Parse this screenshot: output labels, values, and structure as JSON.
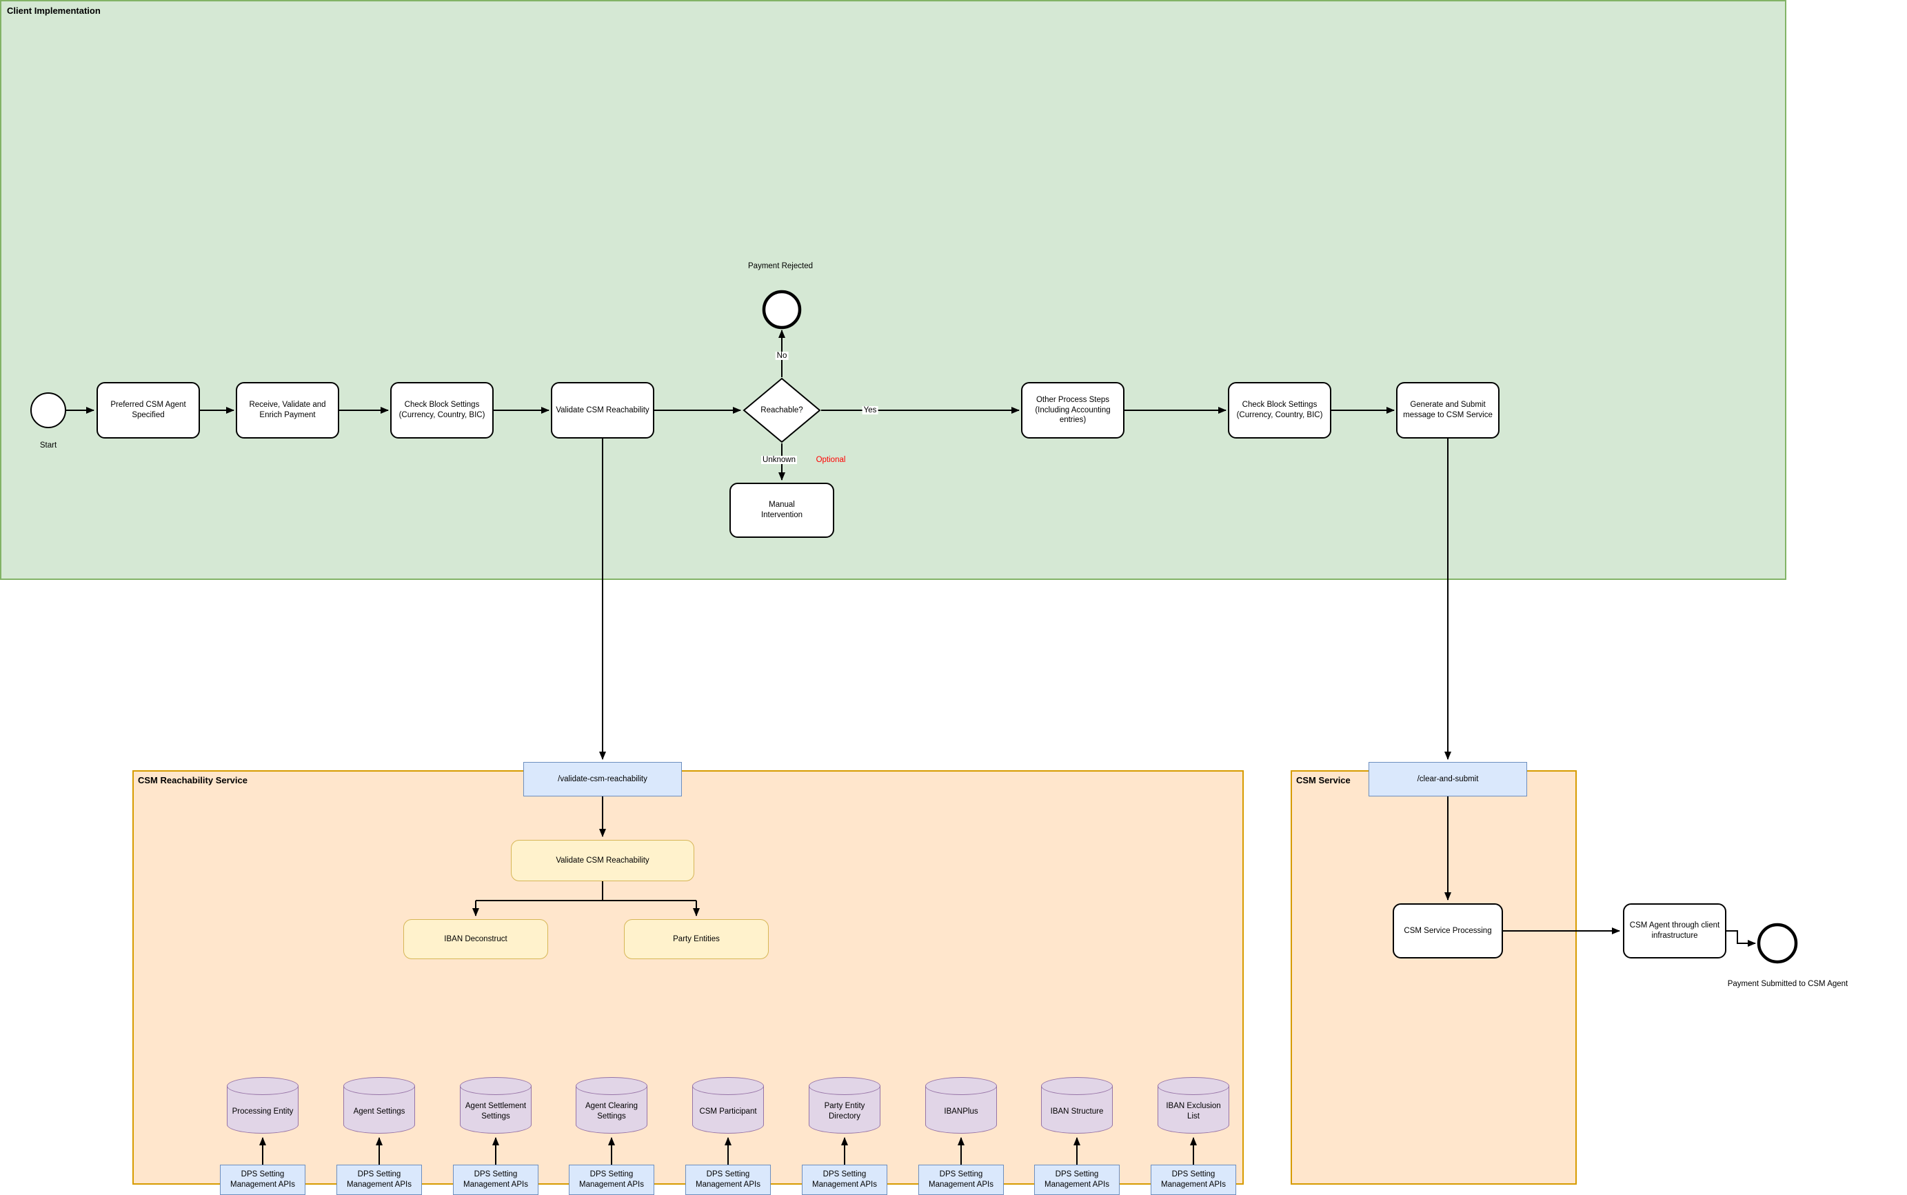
{
  "client": {
    "title": "Client Implementation",
    "start_label": "Start",
    "steps": {
      "preferred_agent": "Preferred CSM Agent Specified",
      "receive_validate": "Receive, Validate and Enrich Payment",
      "check_block_1": "Check Block Settings (Currency, Country, BIC)",
      "validate_reachability": "Validate CSM Reachability",
      "other_process": "Other Process Steps (Including Accounting entries)",
      "check_block_2": "Check Block Settings (Currency, Country, BIC)",
      "generate_submit": "Generate and Submit message to CSM Service",
      "manual_intervention": "Manual Intervention"
    },
    "decision": {
      "label": "Reachable?",
      "yes": "Yes",
      "no": "No",
      "unknown": "Unknown",
      "optional": "Optional"
    },
    "payment_rejected_label": "Payment Rejected"
  },
  "reachability": {
    "title": "CSM Reachability Service",
    "endpoint": "/validate-csm-reachability",
    "process": "Validate CSM Reachability",
    "subprocesses": [
      "IBAN Deconstruct",
      "Party Entities"
    ],
    "databases": [
      "Processing Entity",
      "Agent Settings",
      "Agent Settlement Settings",
      "Agent Clearing Settings",
      "CSM Participant",
      "Party Entity Directory",
      "IBANPlus",
      "IBAN Structure",
      "IBAN Exclusion List"
    ],
    "api_label": "DPS Setting Management APIs"
  },
  "csm": {
    "title": "CSM Service",
    "endpoint": "/clear-and-submit",
    "processing": "CSM Service Processing",
    "agent_infra": "CSM Agent through client infrastructure",
    "end_label": "Payment Submitted to CSM Agent"
  },
  "colors": {
    "lane_green_fill": "#d5e8d4",
    "lane_green_border": "#82b366",
    "lane_orange_fill": "#ffe6cc",
    "lane_orange_border": "#d79b00",
    "node_blue_fill": "#dae8fc",
    "node_blue_border": "#6c8ebf",
    "node_yellow_fill": "#fff2cc",
    "node_yellow_border": "#d6b656",
    "db_purple_fill": "#e1d5e7",
    "db_purple_border": "#9673a6",
    "optional_red": "#ff0000"
  }
}
